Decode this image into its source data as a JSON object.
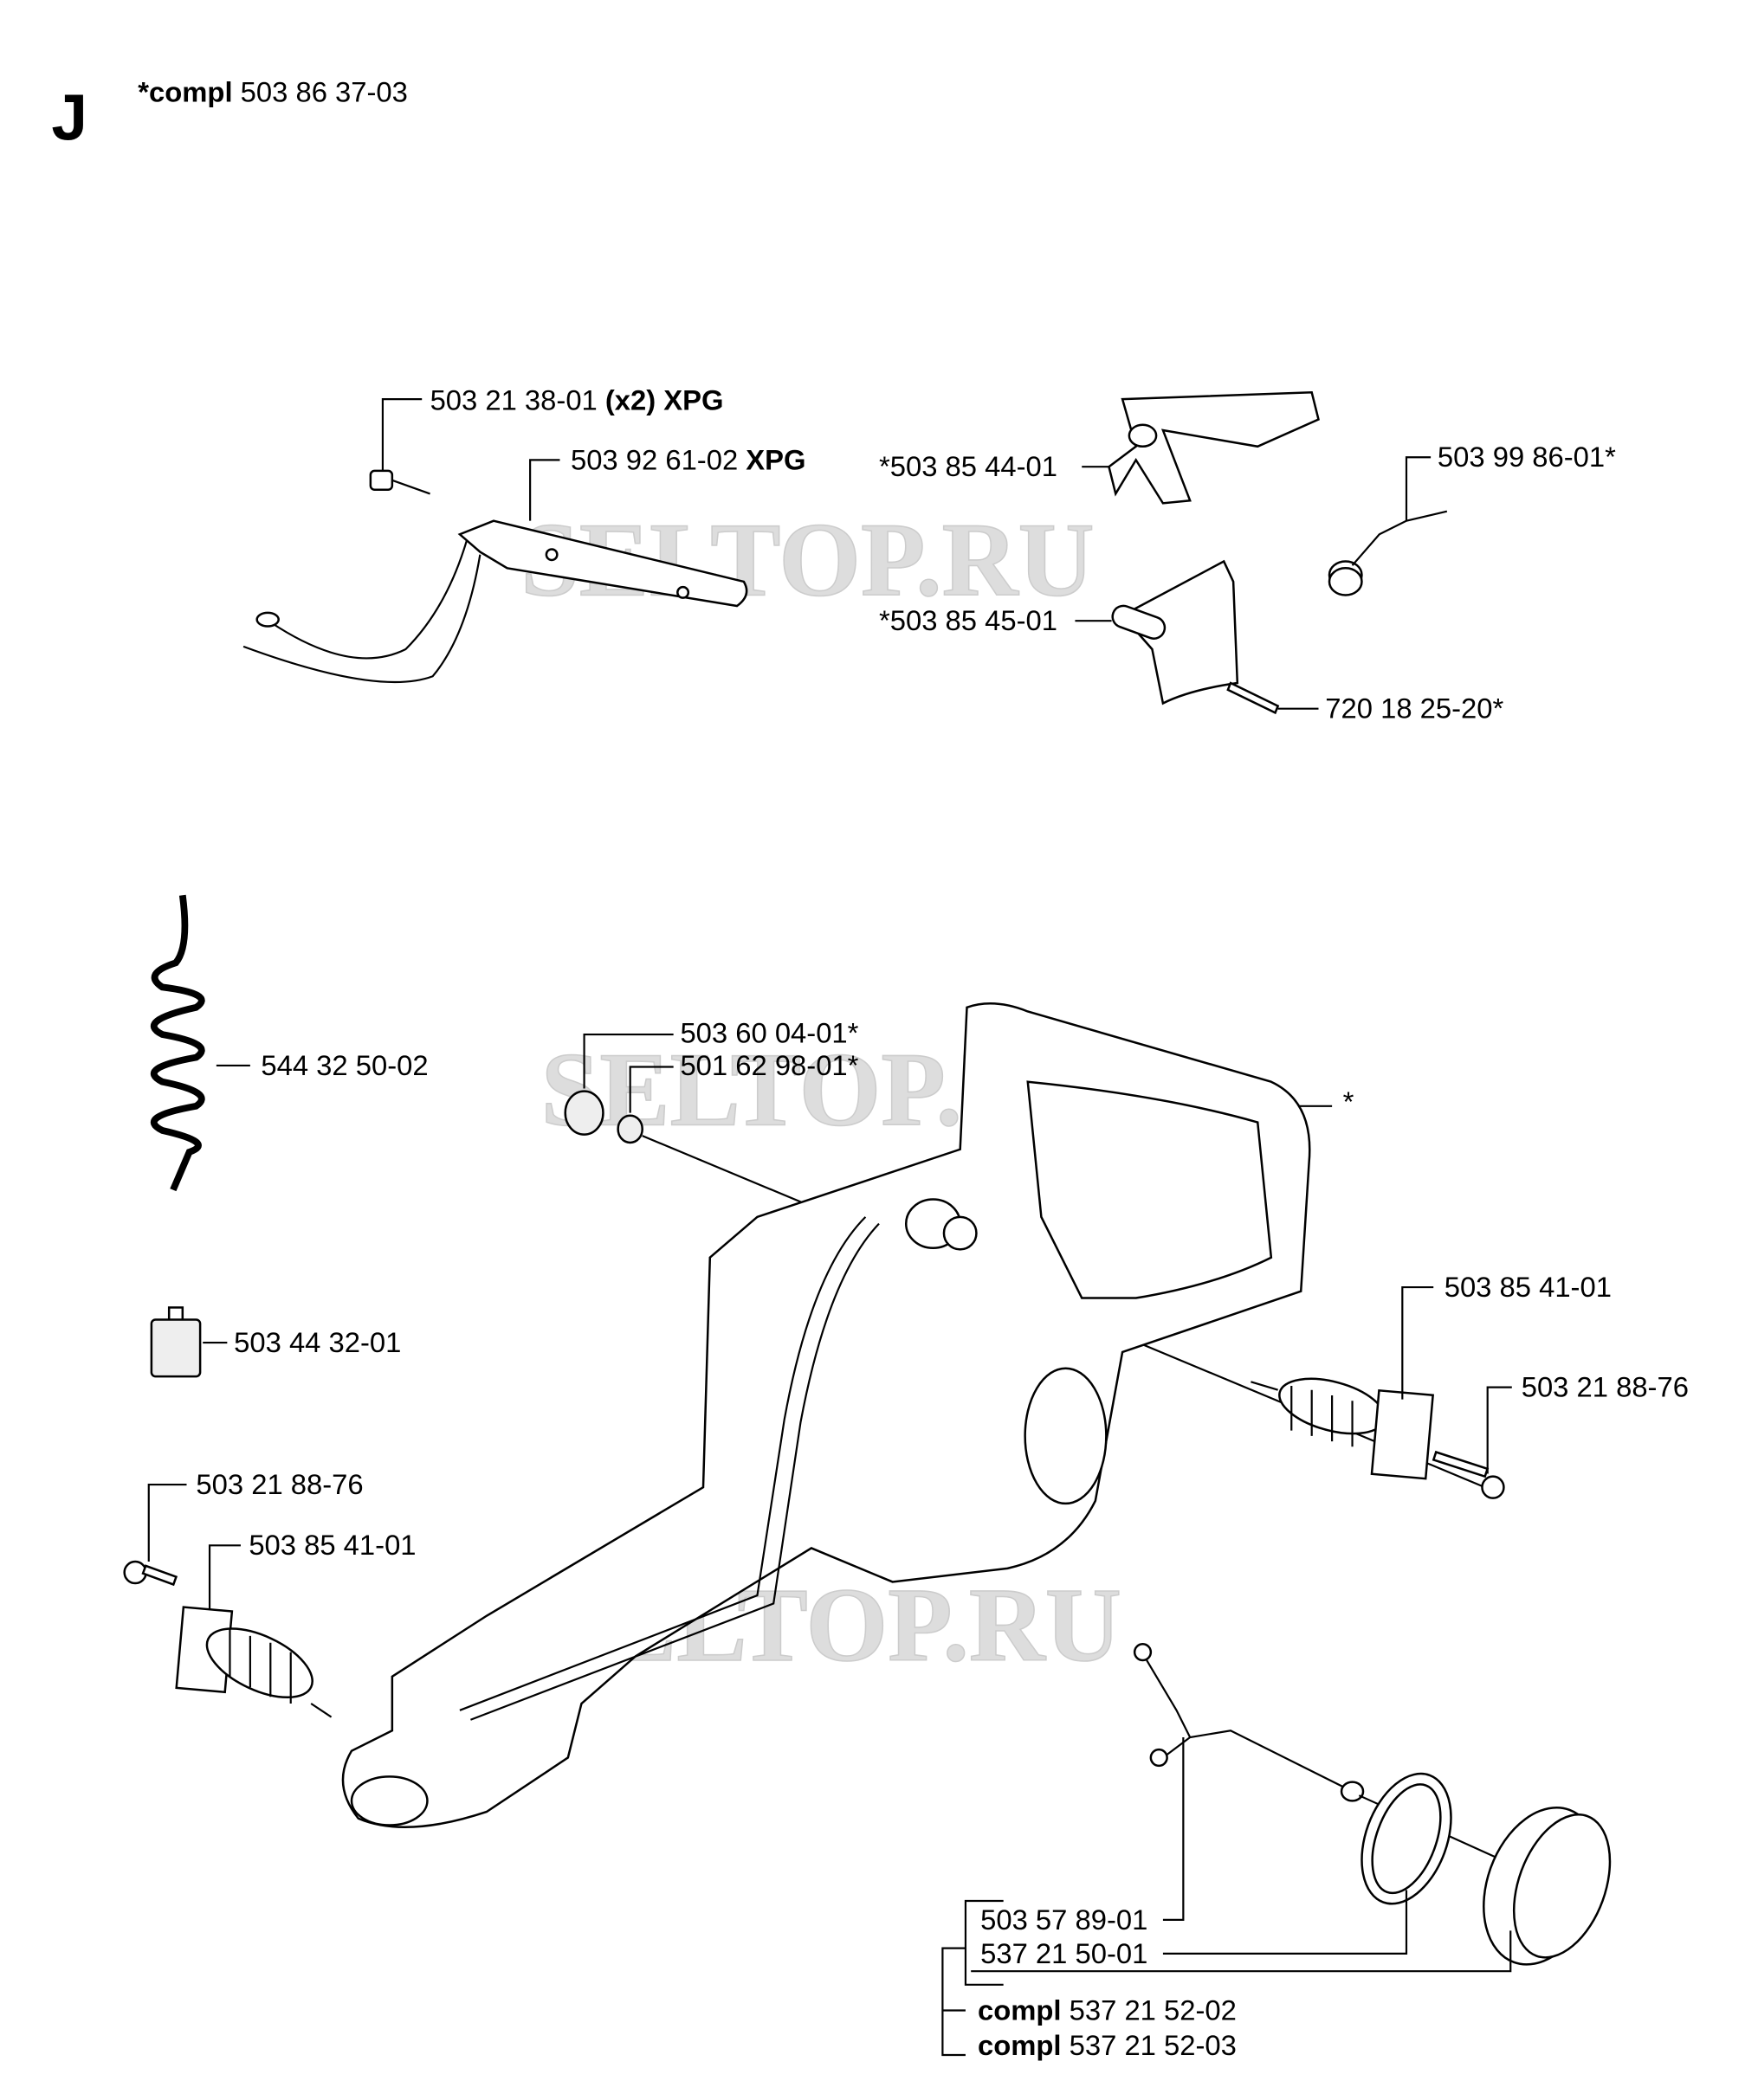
{
  "header": {
    "section_letter": "J",
    "compl_prefix": "*compl",
    "compl_number": "503 86 37-03"
  },
  "watermark": "SELTOP.RU",
  "labels": {
    "screw_top": {
      "number": "503 21 38-01",
      "suffix": "(x2) XPG"
    },
    "plate": {
      "number": "503 92 61-02",
      "suffix": "XPG"
    },
    "trigger": "*503 85 44-01",
    "spring_small": "503 99 86-01*",
    "lockout": "*503 85 45-01",
    "pin": "720 18 25-20*",
    "fuel_hose": "544 32 50-02",
    "filter_a": "503 60 04-01*",
    "filter_b": "501 62 98-01*",
    "tank_asterisk": "*",
    "fuel_filter": "503 44 32-01",
    "av_right": "503 85 41-01",
    "screw_right": "503 21 88-76",
    "screw_left": "503 21 88-76",
    "av_left": "503 85 41-01",
    "cap_a": "503 57 89-01",
    "cap_b": "537 21 50-01",
    "compl_1": {
      "prefix": "compl",
      "number": "537 21 52-02"
    },
    "compl_2": {
      "prefix": "compl",
      "number": "537 21 52-03"
    }
  }
}
